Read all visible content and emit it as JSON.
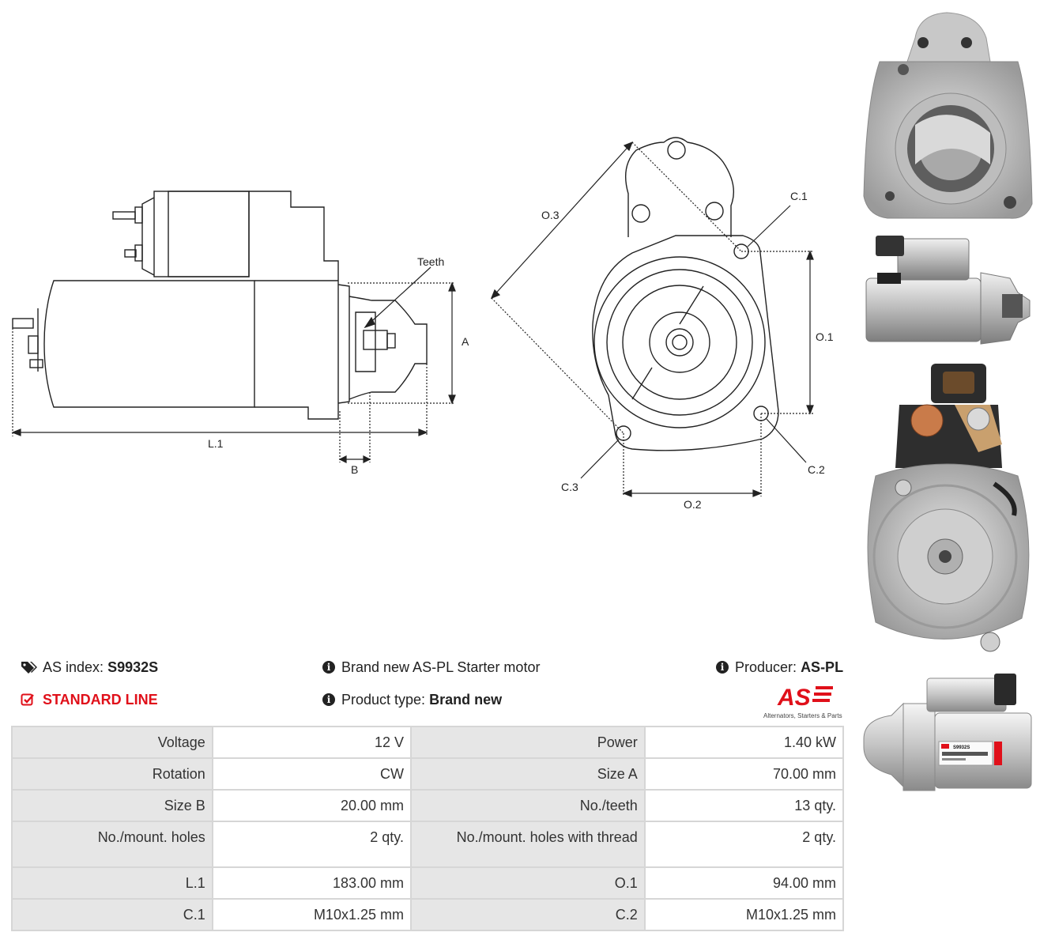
{
  "drawing": {
    "labels": {
      "teeth": "Teeth",
      "a": "A",
      "l1": "L.1",
      "b": "B",
      "o3": "O.3",
      "c1": "C.1",
      "o1": "O.1",
      "c2": "C.2",
      "c3": "C.3",
      "o2": "O.2"
    }
  },
  "header": {
    "as_index_label": "AS index:",
    "as_index_value": "S9932S",
    "line_label": "STANDARD LINE",
    "description": "Brand new AS-PL Starter motor",
    "product_type_label": "Product type:",
    "product_type_value": "Brand new",
    "producer_label": "Producer:",
    "producer_value": "AS-PL",
    "logo_text": "AS",
    "logo_tagline": "Alternators, Starters & Parts"
  },
  "photo_label": {
    "part_code": "S9932S"
  },
  "specs": [
    {
      "k1": "Voltage",
      "v1": "12 V",
      "k2": "Power",
      "v2": "1.40 kW"
    },
    {
      "k1": "Rotation",
      "v1": "CW",
      "k2": "Size A",
      "v2": "70.00 mm"
    },
    {
      "k1": "Size B",
      "v1": "20.00 mm",
      "k2": "No./teeth",
      "v2": "13 qty."
    },
    {
      "k1": "No./mount. holes",
      "v1": "2 qty.",
      "k2": "No./mount. holes with thread",
      "v2": "2 qty."
    },
    {
      "k1": "L.1",
      "v1": "183.00 mm",
      "k2": "O.1",
      "v2": "94.00 mm"
    },
    {
      "k1": "C.1",
      "v1": "M10x1.25 mm",
      "k2": "C.2",
      "v2": "M10x1.25 mm"
    }
  ],
  "colors": {
    "accent": "#e0101a",
    "table_key_bg": "#e6e6e6",
    "table_border": "#d6d6d6"
  }
}
